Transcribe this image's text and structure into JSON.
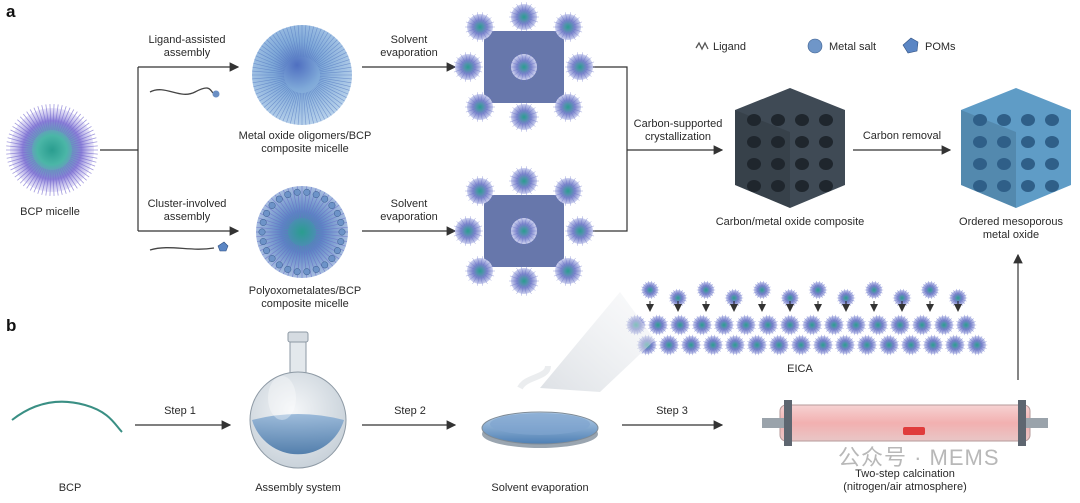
{
  "panels": {
    "a": "a",
    "b": "b"
  },
  "legend": {
    "ligand": "Ligand",
    "metal_salt": "Metal salt",
    "poms": "POMs"
  },
  "labels": {
    "bcp_micelle": "BCP micelle",
    "ligand_assisted": "Ligand-assisted\nassembly",
    "cluster_involved": "Cluster-involved\nassembly",
    "solvent_evap_top": "Solvent\nevaporation",
    "solvent_evap_bottom": "Solvent\nevaporation",
    "mo_oligomers": "Metal oxide oligomers/BCP\ncomposite micelle",
    "pom_micelle": "Polyoxometalates/BCP\ncomposite micelle",
    "carbon_supported": "Carbon-supported\ncrystallization",
    "carbon_removal": "Carbon removal",
    "carbon_composite": "Carbon/metal oxide composite",
    "ordered_oxide": "Ordered mesoporous\nmetal oxide",
    "eica": "EICA",
    "step1": "Step 1",
    "step2": "Step 2",
    "step3": "Step 3",
    "bcp": "BCP",
    "assembly_system": "Assembly system",
    "solvent_evaporation": "Solvent evaporation",
    "calcination": "Two-step calcination\n(nitrogen/air atmosphere)"
  },
  "watermark": "公众号 · MEMS",
  "colors": {
    "micelle_core": "#2a9d8f",
    "micelle_corona": "#6a5acd",
    "oligomer_sphere": "#8fb3d9",
    "pom_blue": "#5b86c4",
    "carbon_frame": "#3f4a55",
    "oxide_frame": "#5f9cc6",
    "water": "#5e8fbf",
    "tube_red": "#e25858"
  }
}
